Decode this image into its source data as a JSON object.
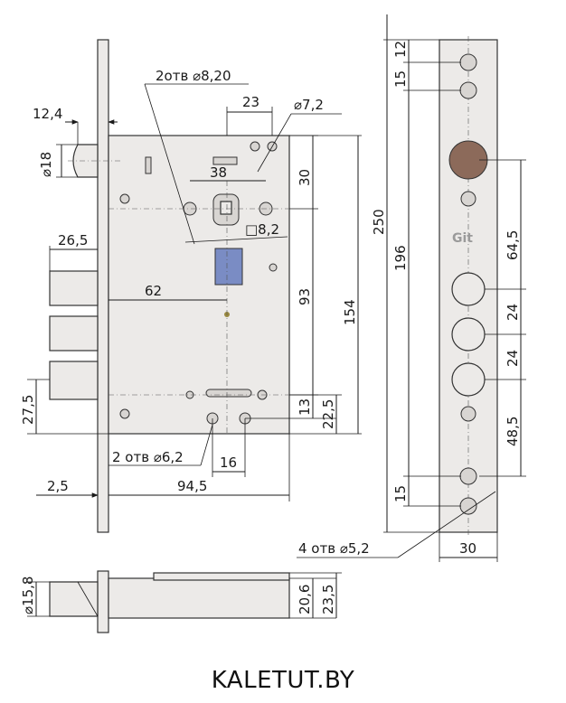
{
  "figure": {
    "labels": {
      "holes_2_d820": "2отв  ⌀8,20",
      "d72": "⌀7,2",
      "d124": "12,4",
      "d18": "⌀18",
      "d23": "23",
      "d38": "38",
      "sq82": "□8,2",
      "d30_v": "30",
      "d265": "26,5",
      "d62": "62",
      "d93": "93",
      "d154": "154",
      "d275": "27,5",
      "d13": "13",
      "d225": "22,5",
      "holes_2_d62": "2 отв  ⌀6,2",
      "d16": "16",
      "d25": "2,5",
      "d945": "94,5",
      "d12": "12",
      "d15_top": "15",
      "d250": "250",
      "d196": "196",
      "d645": "64,5",
      "d24a": "24",
      "d24b": "24",
      "d485": "48,5",
      "d15_bottom": "15",
      "holes_4_d52": "4 отв  ⌀5,2",
      "d30_h": "30",
      "d158": "⌀15,8",
      "d206": "20,6",
      "d235": "23,5",
      "logo_text": "Git"
    },
    "brand": "KALETUT.BY"
  }
}
